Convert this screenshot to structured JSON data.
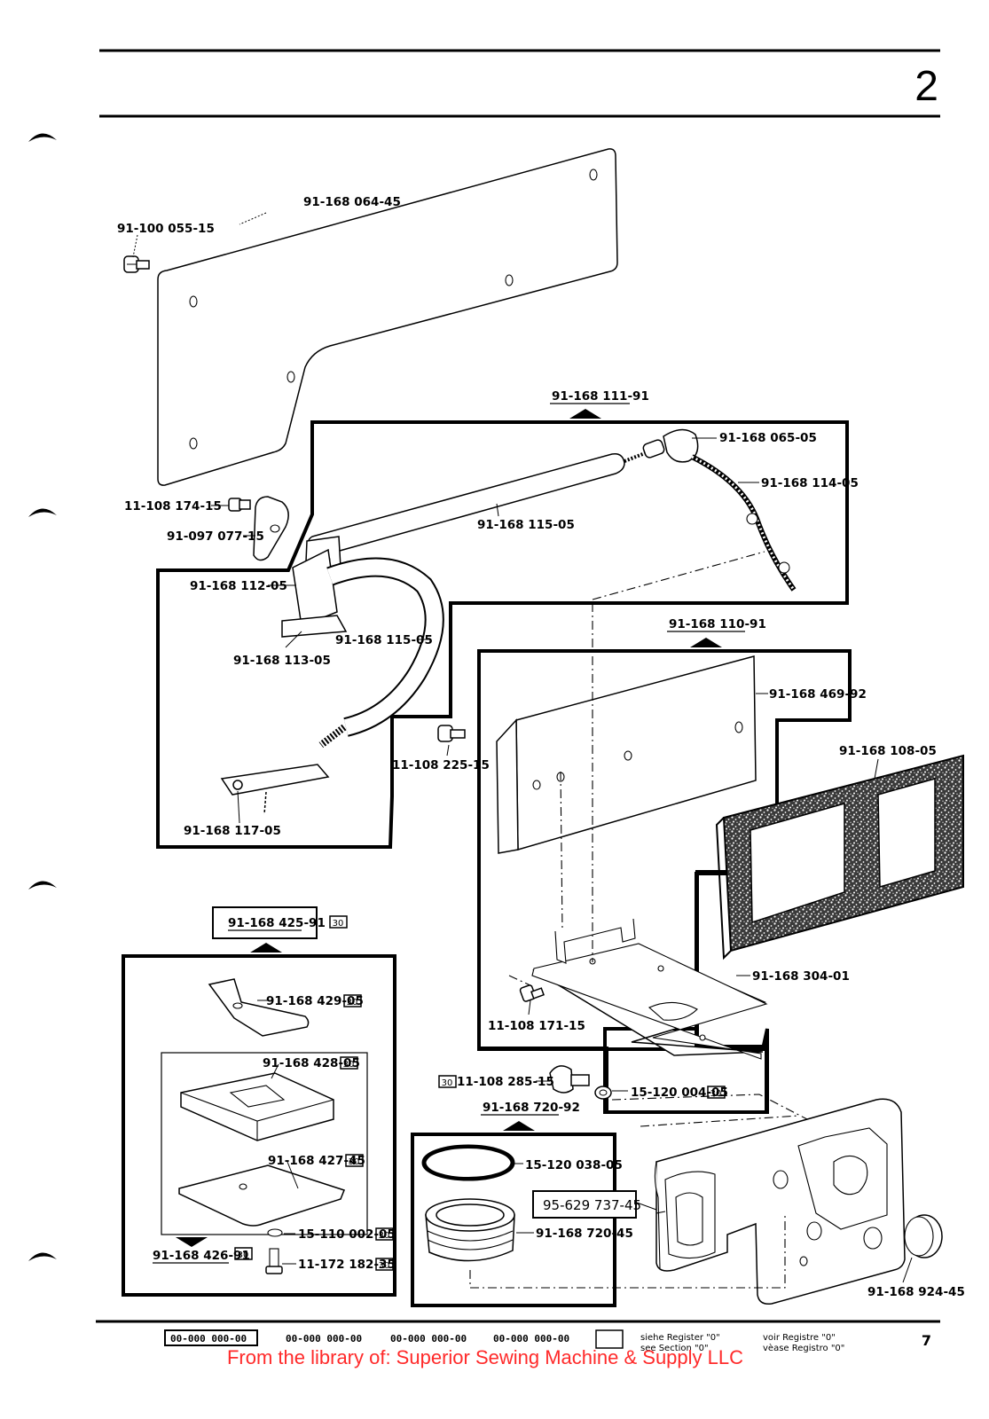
{
  "page": {
    "section_number": "2",
    "page_number": "7",
    "watermark": "From the library of: Superior Sewing Machine & Supply LLC"
  },
  "assemblies": {
    "a111": "91-168 111-91",
    "a110": "91-168 110-91",
    "a425": "91-168 425-91",
    "a426": "91-168 426-91",
    "a720": "91-168 720-92",
    "a629": "95-629 737-45"
  },
  "badge": "30",
  "labels": {
    "p064": "91-168 064-45",
    "p055": "91-100 055-15",
    "p065": "91-168 065-05",
    "p114": "91-168 114-05",
    "p115a": "91-168 115-05",
    "p174": "11-108 174-15",
    "p077": "91-097 077-15",
    "p112": "91-168 112-05",
    "p113": "91-168 113-05",
    "p115b": "91-168 115-05",
    "p225": "11-108 225-15",
    "p117": "91-168 117-05",
    "p469": "91-168 469-92",
    "p108": "91-168 108-05",
    "p304": "91-168 304-01",
    "p171": "11-108 171-15",
    "p429": "91-168 429-05",
    "p428": "91-168 428-05",
    "p427": "91-168 427-45",
    "p002": "15-110 002-05",
    "p182": "11-172 182-35",
    "p285": "11-108 285-15",
    "p004": "15-120 004-05",
    "p038": "15-120 038-05",
    "p720": "91-168 720-45",
    "p924": "91-168 924-45"
  },
  "footer": {
    "codes": [
      "00-000 000-00",
      "00-000 000-00",
      "00-000 000-00",
      "00-000 000-00"
    ],
    "ref_de": "siehe Register \"0\"",
    "ref_en": "see Section \"0\"",
    "ref_fr": "voir Registre \"0\"",
    "ref_it": "vèase Registro \"0\""
  }
}
